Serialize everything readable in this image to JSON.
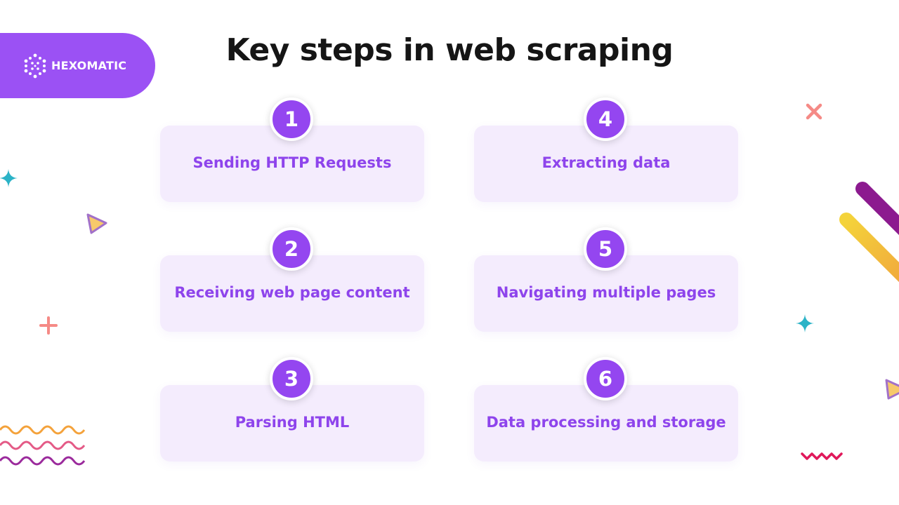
{
  "brand": {
    "name": "HEXOMATIC",
    "pill_color": "#9b51f4"
  },
  "title": "Key steps in web scraping",
  "colors": {
    "card_bg": "#f4ecfd",
    "badge_bg": "#9446f0",
    "label_text": "#8e44ec",
    "title_text": "#151515"
  },
  "steps": [
    {
      "number": "1",
      "label": "Sending HTTP Requests"
    },
    {
      "number": "2",
      "label": "Receiving web page content"
    },
    {
      "number": "3",
      "label": "Parsing HTML"
    },
    {
      "number": "4",
      "label": "Extracting data"
    },
    {
      "number": "5",
      "label": "Navigating multiple pages"
    },
    {
      "number": "6",
      "label": "Data processing and storage"
    }
  ],
  "decorations": [
    "sparkle-icon",
    "triangle-icon",
    "plus-icon",
    "x-icon",
    "wave-lines",
    "diagonal-stripes",
    "zigzag-icon"
  ]
}
